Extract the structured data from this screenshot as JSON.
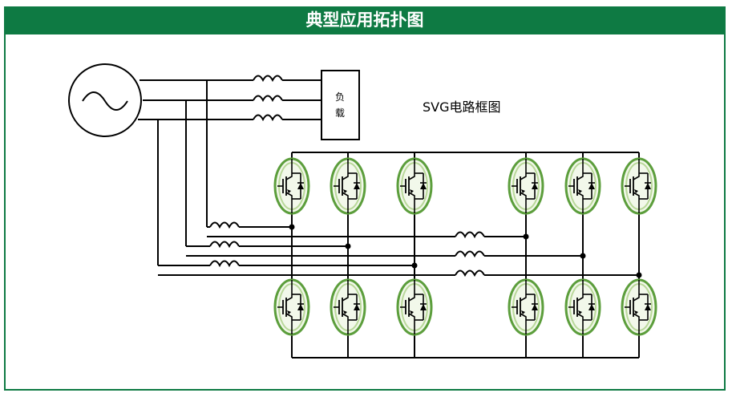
{
  "title": "典型应用拓扑图",
  "diagram_label": "SVG电路框图",
  "load_label_line1": "负",
  "load_label_line2": "载",
  "colors": {
    "header": "#0e7a43",
    "device_ring_outer": "#5c9e3c",
    "device_fill": "#f2f8ea"
  },
  "icons": {
    "source": "ac-source-icon",
    "inductor": "inductor-icon",
    "device": "igbt-icon"
  },
  "upper_bridge_devices": 6,
  "lower_bridge_devices": 6
}
